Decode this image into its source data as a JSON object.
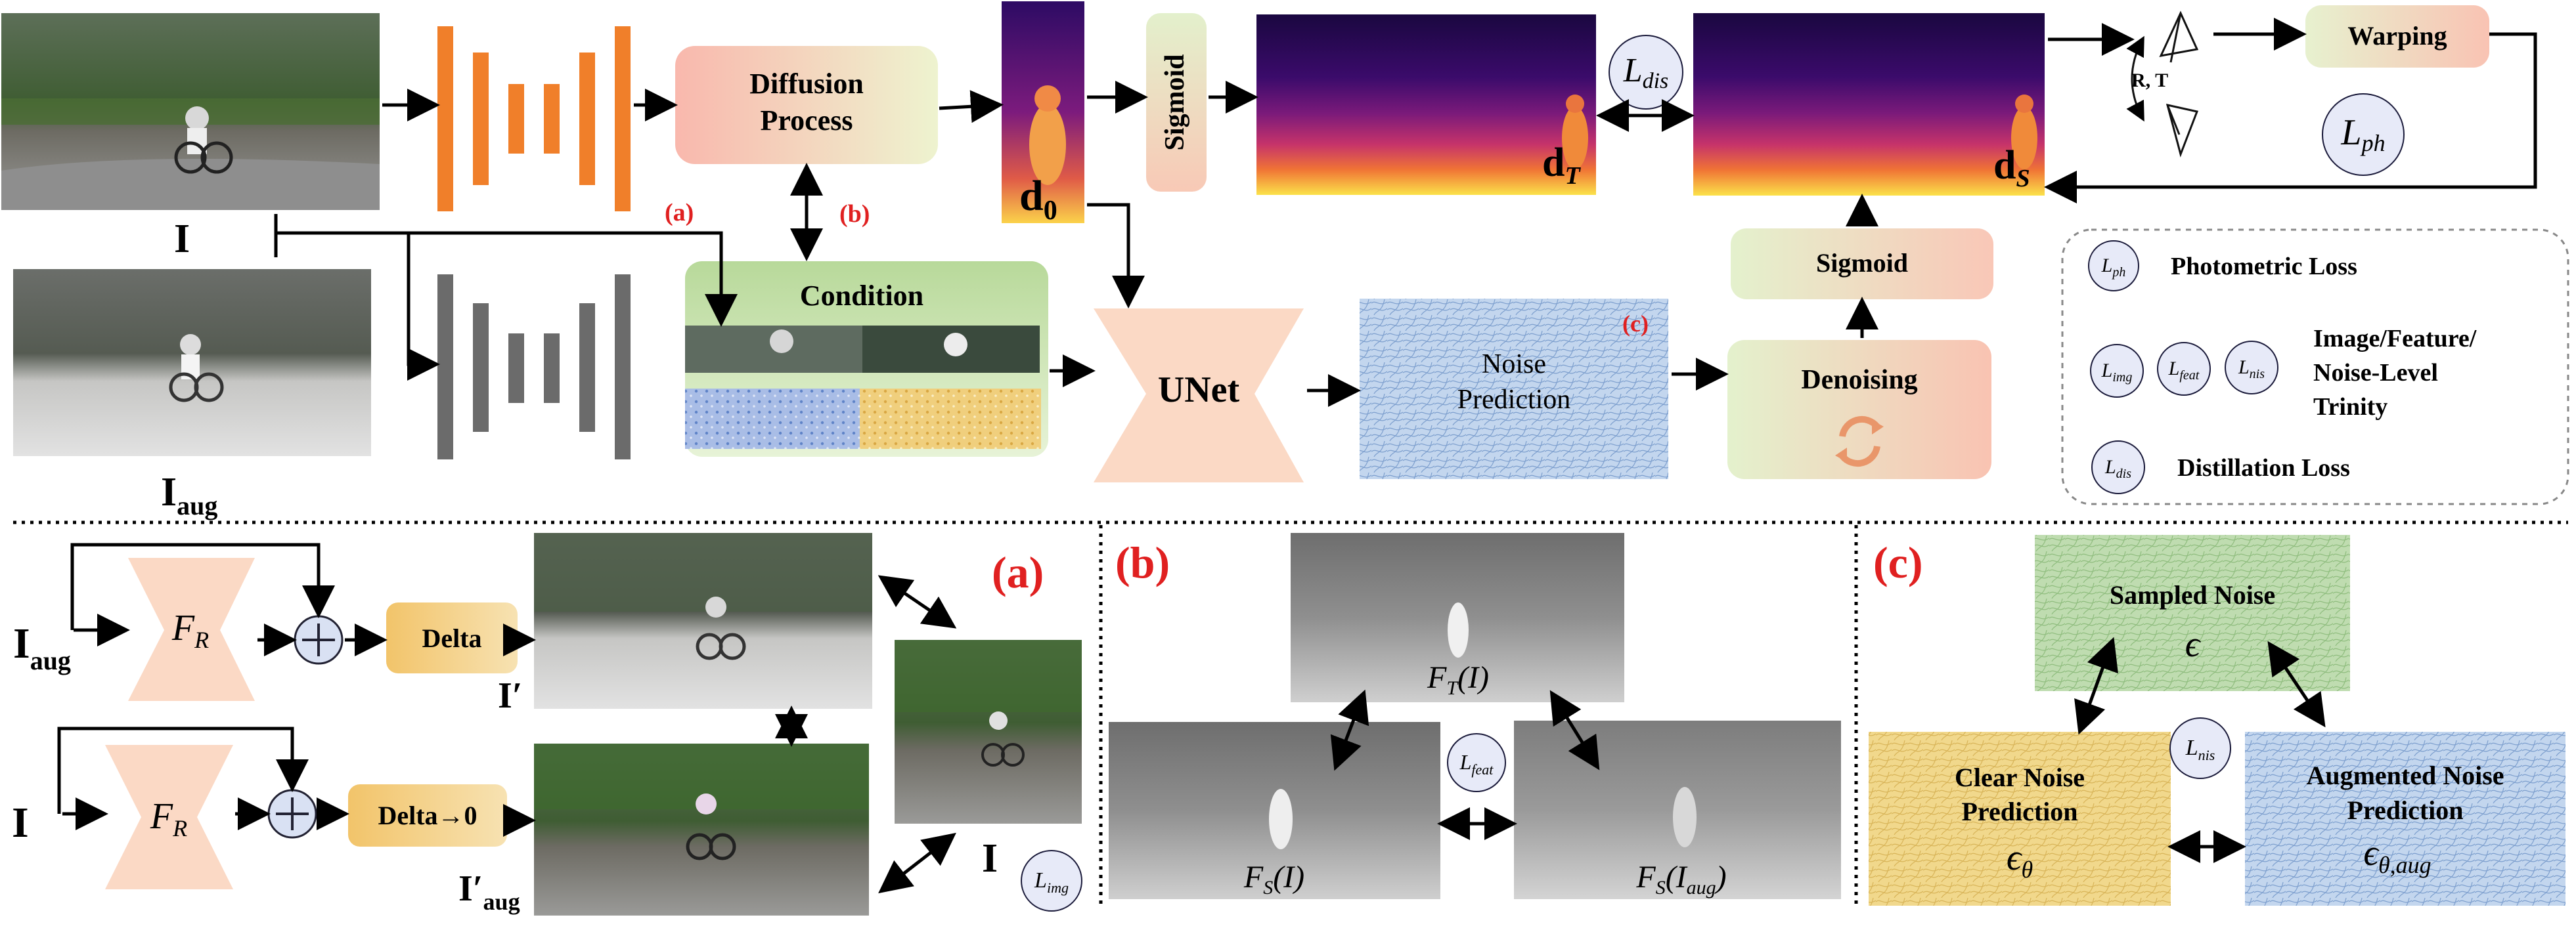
{
  "top": {
    "input_image_label": "I",
    "aug_image_label": "I",
    "aug_image_sub": "aug",
    "diffusion_label_line1": "Diffusion",
    "diffusion_label_line2": "Process",
    "condition_label": "Condition",
    "d0_label": "d",
    "d0_sub": "0",
    "sigmoid_vertical": "Sigmoid",
    "dT_label": "d",
    "dT_sub": "T",
    "dS_label": "d",
    "dS_sub": "S",
    "l_dis_main": "L",
    "l_dis_sub": "dis",
    "rt_label": "R, T",
    "warping_label": "Warping",
    "l_ph_main": "L",
    "l_ph_sub": "ph",
    "sigmoid_label": "Sigmoid",
    "unet_label": "UNet",
    "noise_pred_line1": "Noise",
    "noise_pred_line2": "Prediction",
    "denoising_label": "Denoising",
    "marker_a": "(a)",
    "marker_b": "(b)",
    "marker_c": "(c)"
  },
  "legend": {
    "items": [
      {
        "badge_main": "L",
        "badge_sub": "ph",
        "text_lines": [
          "Photometric Loss"
        ]
      },
      {
        "badge_main": "L",
        "badge_sub": "img",
        "text_lines": []
      },
      {
        "badge_main": "L",
        "badge_sub": "feat",
        "text_lines": []
      },
      {
        "badge_main": "L",
        "badge_sub": "nis",
        "text_lines": [
          "Image/Feature/",
          "Noise-Level",
          "Trinity"
        ]
      },
      {
        "badge_main": "L",
        "badge_sub": "dis",
        "text_lines": [
          "Distillation Loss"
        ]
      }
    ]
  },
  "panel_a": {
    "title": "(a)",
    "aug_input_label": "I",
    "aug_input_sub": "aug",
    "clean_input_label": "I",
    "fr_label_main": "F",
    "fr_label_sub": "R",
    "delta_label": "Delta",
    "delta0_label": "Delta→0",
    "i_prime_label": "I′",
    "i_aug_prime_label": "I′",
    "i_aug_prime_sub": "aug",
    "i_right_label": "I",
    "l_img_main": "L",
    "l_img_sub": "img"
  },
  "panel_b": {
    "title": "(b)",
    "ft_label": "F",
    "ft_sub": "T",
    "ft_arg": "(I)",
    "fs_label": "F",
    "fs_sub": "S",
    "fs_arg": "(I)",
    "fsaug_label": "F",
    "fsaug_sub": "S",
    "fsaug_arg": "(I",
    "fsaug_arg_sub": "aug",
    "fsaug_arg_end": ")",
    "l_feat_main": "L",
    "l_feat_sub": "feat"
  },
  "panel_c": {
    "title": "(c)",
    "sampled_line1": "Sampled Noise",
    "sampled_symbol": "ϵ",
    "clear_line1": "Clear Noise",
    "clear_line2": "Prediction",
    "clear_symbol": "ϵ",
    "clear_symbol_sub": "θ",
    "aug_line1": "Augmented Noise",
    "aug_line2": "Prediction",
    "aug_symbol": "ϵ",
    "aug_symbol_sub": "θ,aug",
    "l_nis_main": "L",
    "l_nis_sub": "nis"
  },
  "colors": {
    "encoder_orange": "#f07f2a",
    "encoder_gray": "#6b6b6b",
    "diffusion_fill": "#f7c6b4",
    "condition_green": "#cfe6b3",
    "sigmoid_fill": "#f6d5c3",
    "warping_fill": "#e4efcd",
    "unet_fill": "#fbd9c5",
    "noise_blue": "#b6cde8",
    "noise_green": "#bfdcb1",
    "noise_yellow": "#f2d98d",
    "delta_fill": "#f3cb78",
    "loss_badge_fill": "#e7eaf8",
    "accent_red": "#e02020"
  }
}
